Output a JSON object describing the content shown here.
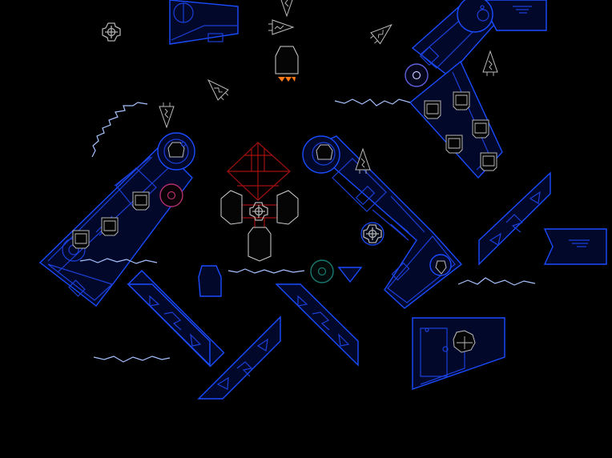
{
  "scene": {
    "background": "#000000",
    "colors": {
      "hull": "#1a4cff",
      "hull_dark": "#10318f",
      "ship_outline": "#bcbcbc",
      "lightning": "#a6c2ff",
      "boss_red": "#a01010",
      "thruster_flame": "#ff7a1a",
      "core_magenta": "#b0306a",
      "core_purple": "#6060e0",
      "core_teal": "#1a7a70"
    },
    "entities": [
      "station-hull",
      "turret-dome",
      "cargo-crate",
      "spinning-gear-mine",
      "dart-fighter",
      "lightning-arc",
      "boss-mothership",
      "player-ship",
      "energy-core",
      "wall-panel"
    ]
  }
}
